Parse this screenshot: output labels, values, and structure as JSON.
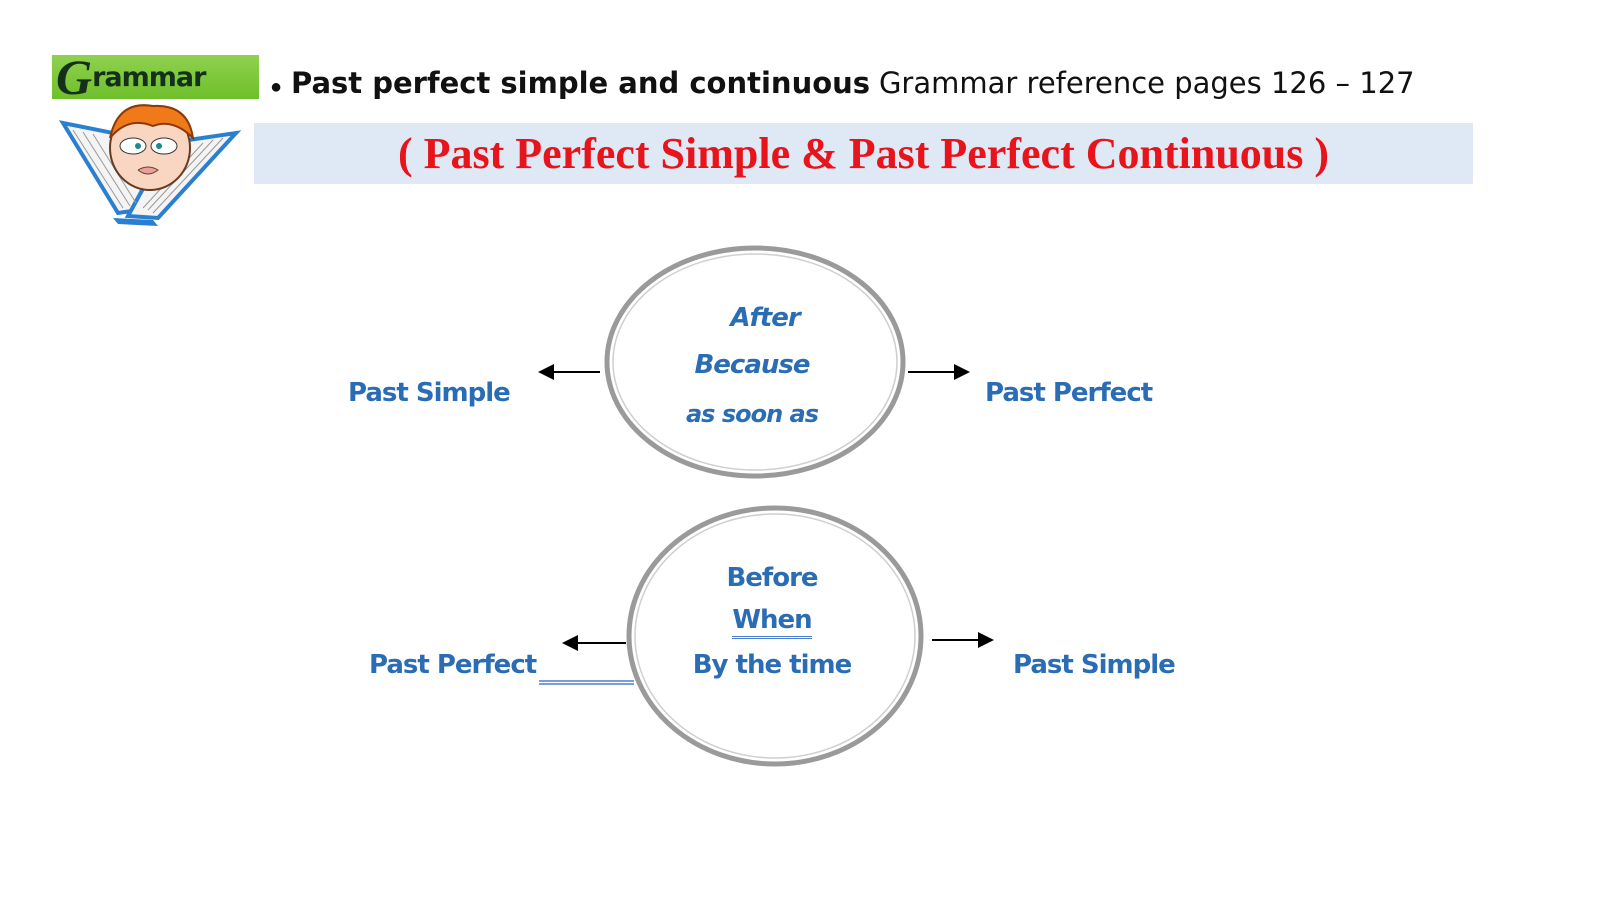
{
  "header": {
    "badge_first": "G",
    "badge_rest": "rammar",
    "bullet": "●",
    "topic": "Past perfect simple and continuous",
    "reference": "Grammar reference pages 126 – 127"
  },
  "banner": {
    "title": "( Past Perfect Simple & Past Perfect Continuous )"
  },
  "diagram": {
    "top": {
      "left_label": "Past Simple",
      "right_label": "Past Perfect",
      "words": [
        "After",
        "Because",
        "as soon as"
      ]
    },
    "bottom": {
      "left_label": "Past Perfect",
      "right_label": "Past Simple",
      "words": [
        "Before",
        "When",
        "By the time"
      ]
    }
  },
  "colors": {
    "label_blue": "#2a6db5",
    "banner_red": "#e8141c",
    "banner_bg": "#dfe9f6",
    "badge_green": "#7cc83a"
  }
}
